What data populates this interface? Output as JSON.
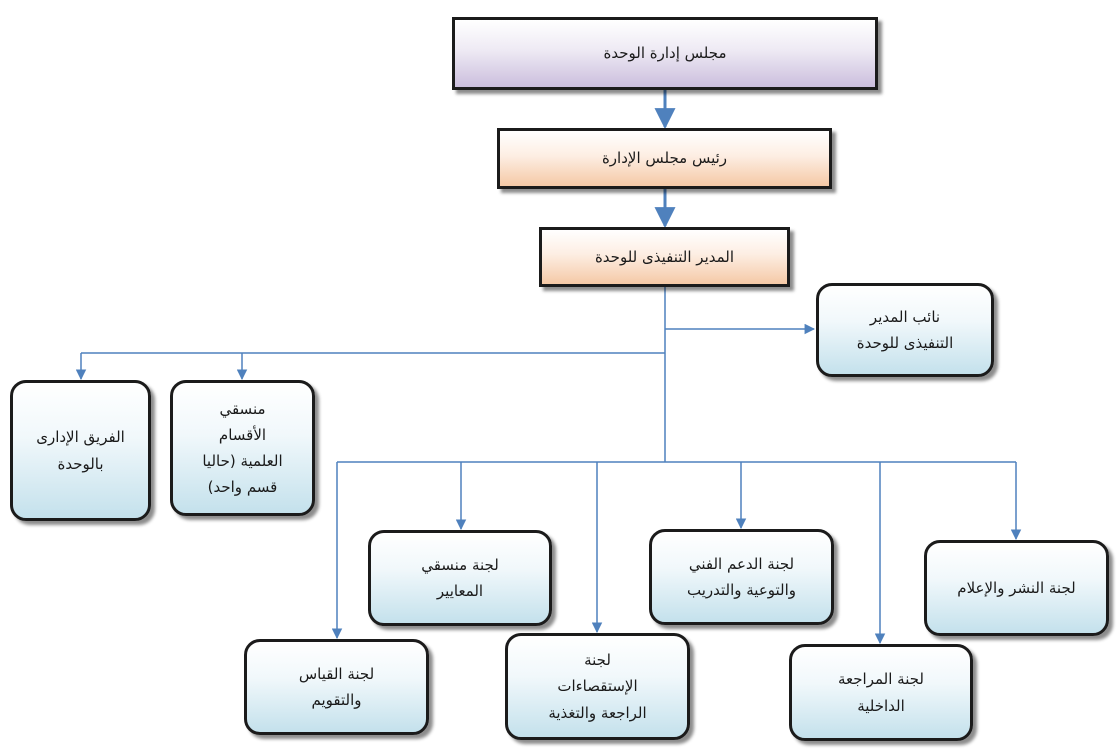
{
  "board": "مجلس إدارة الوحدة",
  "chairman": "رئيس مجلس الإدارة",
  "director": "المدير التنفيذى للوحدة",
  "deputy": [
    "نائب المدير",
    "التنفيذى للوحدة"
  ],
  "admin_team": [
    "الفريق الإدارى",
    "بالوحدة"
  ],
  "coordinators": [
    "منسقي",
    "الأقسام",
    "العلمية (حاليا",
    "قسم واحد)"
  ],
  "committees": {
    "publishing": [
      "لجنة النشر والإعلام"
    ],
    "internal_review": [
      "لجنة المراجعة",
      "الداخلية"
    ],
    "technical_support": [
      "لجنة الدعم الفني",
      "والتوعية والتدريب"
    ],
    "surveys": [
      "لجنة",
      "الإستقصاءات",
      "الراجعة والتغذية"
    ],
    "standards": [
      "لجنة منسقي",
      "المعايير"
    ],
    "measurement": [
      "لجنة القياس",
      "والتقويم"
    ]
  },
  "colors": {
    "connector": "#4f81bd",
    "border": "#1b1b1b",
    "top_fill": "#cbbedd",
    "mid_fill": "#f5c9a6",
    "node_fill": "#c4e1ec"
  }
}
